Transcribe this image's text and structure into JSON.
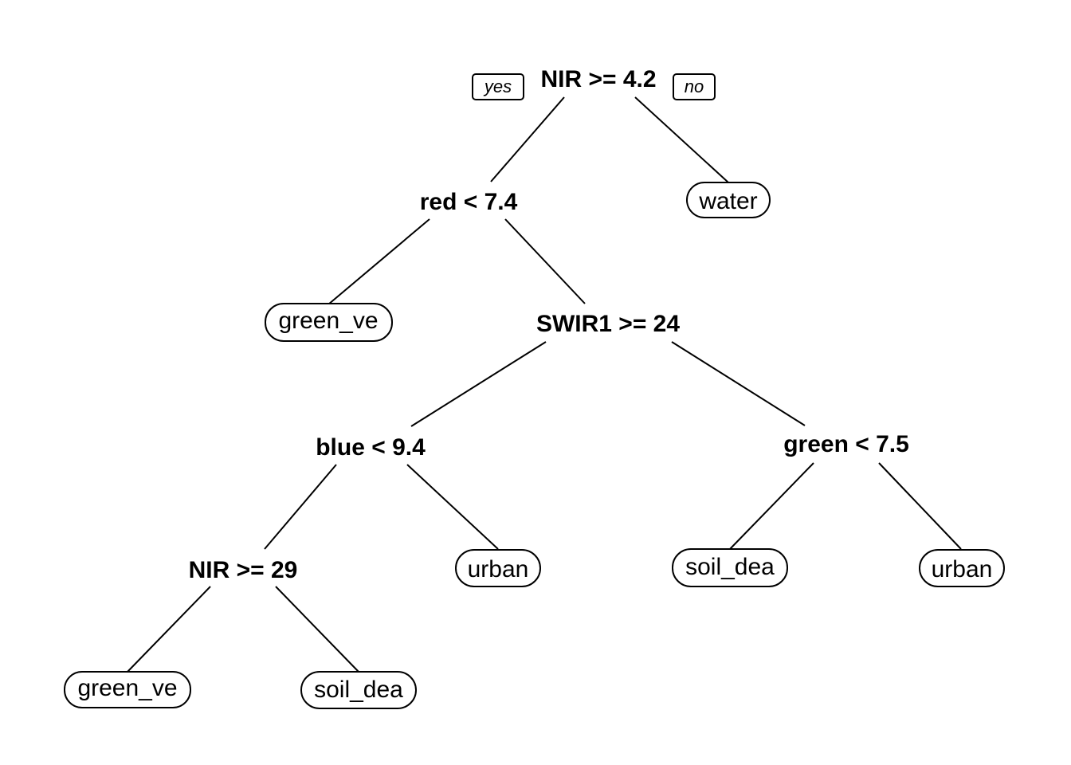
{
  "branch_labels": {
    "yes": "yes",
    "no": "no"
  },
  "split_nodes": {
    "root": "NIR >= 4.2",
    "red": "red < 7.4",
    "swir1": "SWIR1 >= 24",
    "blue": "blue < 9.4",
    "green": "green < 7.5",
    "nir29": "NIR >= 29"
  },
  "leaf_nodes": {
    "water": "water",
    "green_ve_1": "green_ve",
    "urban_1": "urban",
    "soil_dea_1": "soil_dea",
    "urban_2": "urban",
    "green_ve_2": "green_ve",
    "soil_dea_2": "soil_dea"
  }
}
